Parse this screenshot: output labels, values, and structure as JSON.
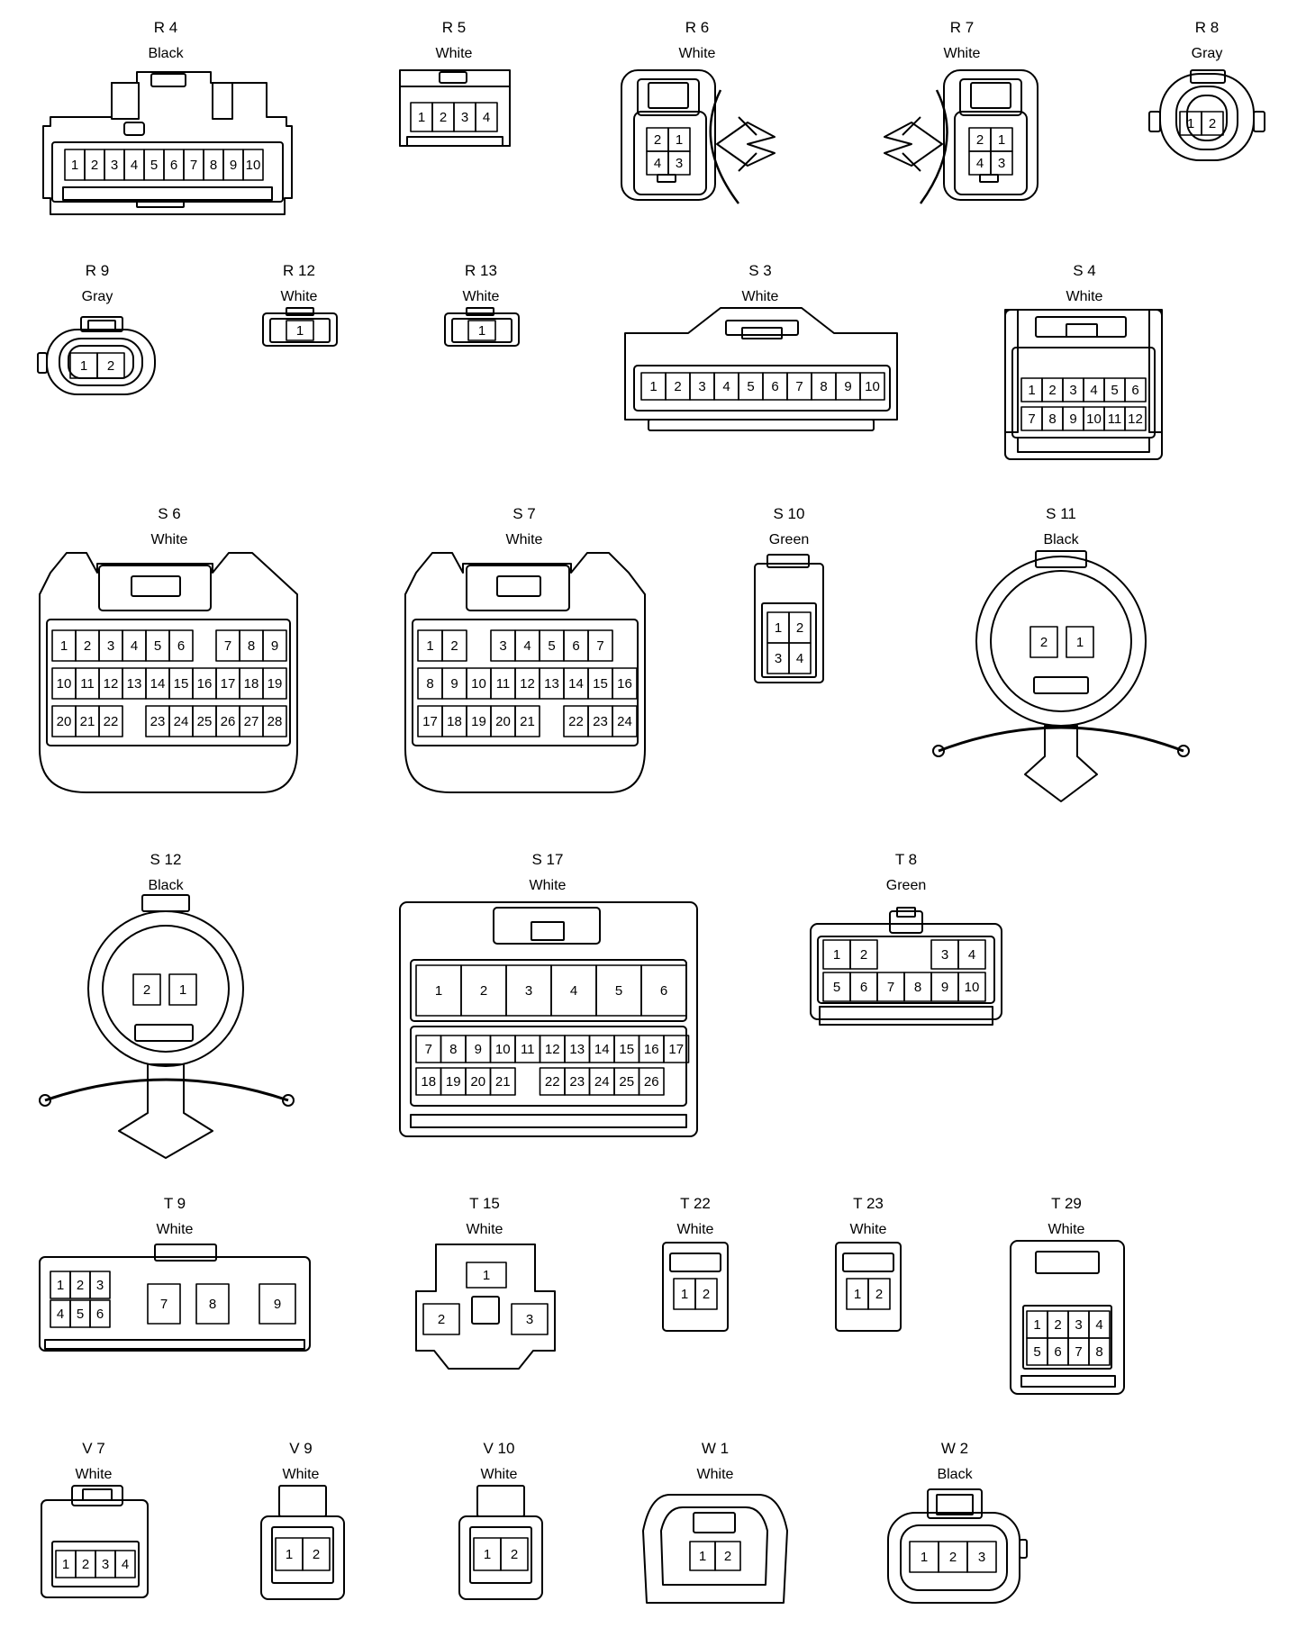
{
  "connectors": [
    {
      "code": "R 4",
      "color": "Black",
      "pins": [
        [
          "1",
          "2",
          "3",
          "4",
          "5",
          "6",
          "7",
          "8",
          "9",
          "10"
        ]
      ]
    },
    {
      "code": "R 5",
      "color": "White",
      "pins": [
        [
          "1",
          "2",
          "3",
          "4"
        ]
      ]
    },
    {
      "code": "R 6",
      "color": "White",
      "pins": [
        [
          "2",
          "1"
        ],
        [
          "4",
          "3"
        ]
      ]
    },
    {
      "code": "R 7",
      "color": "White",
      "pins": [
        [
          "2",
          "1"
        ],
        [
          "4",
          "3"
        ]
      ]
    },
    {
      "code": "R 8",
      "color": "Gray",
      "pins": [
        [
          "1",
          "2"
        ]
      ]
    },
    {
      "code": "R 9",
      "color": "Gray",
      "pins": [
        [
          "1",
          "2"
        ]
      ]
    },
    {
      "code": "R 12",
      "color": "White",
      "pins": [
        [
          "1"
        ]
      ]
    },
    {
      "code": "R 13",
      "color": "White",
      "pins": [
        [
          "1"
        ]
      ]
    },
    {
      "code": "S 3",
      "color": "White",
      "pins": [
        [
          "1",
          "2",
          "3",
          "4",
          "5",
          "6",
          "7",
          "8",
          "9",
          "10"
        ]
      ]
    },
    {
      "code": "S 4",
      "color": "White",
      "pins": [
        [
          "1",
          "2",
          "3",
          "4",
          "5",
          "6"
        ],
        [
          "7",
          "8",
          "9",
          "10",
          "11",
          "12"
        ]
      ]
    },
    {
      "code": "S 6",
      "color": "White",
      "pins": [
        [
          "1",
          "2",
          "3",
          "4",
          "5",
          "6",
          "",
          "7",
          "8",
          "9"
        ],
        [
          "10",
          "11",
          "12",
          "13",
          "14",
          "15",
          "16",
          "17",
          "18",
          "19"
        ],
        [
          "20",
          "21",
          "22",
          "",
          "23",
          "24",
          "25",
          "26",
          "27",
          "28"
        ]
      ]
    },
    {
      "code": "S 7",
      "color": "White",
      "pins": [
        [
          "1",
          "2",
          "",
          "3",
          "4",
          "5",
          "6",
          "7"
        ],
        [
          "8",
          "9",
          "10",
          "11",
          "12",
          "13",
          "14",
          "15",
          "16"
        ],
        [
          "17",
          "18",
          "19",
          "20",
          "21",
          "",
          "22",
          "23",
          "24"
        ]
      ]
    },
    {
      "code": "S 10",
      "color": "Green",
      "pins": [
        [
          "1",
          "2"
        ],
        [
          "3",
          "4"
        ]
      ]
    },
    {
      "code": "S 11",
      "color": "Black",
      "pins": [
        [
          "2",
          "1"
        ]
      ]
    },
    {
      "code": "S 12",
      "color": "Black",
      "pins": [
        [
          "2",
          "1"
        ]
      ]
    },
    {
      "code": "S 17",
      "color": "White",
      "pins": [
        [
          "1",
          "2",
          "3",
          "4",
          "5",
          "6"
        ],
        [
          "7",
          "8",
          "9",
          "10",
          "11",
          "12",
          "13",
          "14",
          "15",
          "16",
          "17"
        ],
        [
          "18",
          "19",
          "20",
          "21",
          "",
          "22",
          "23",
          "24",
          "25",
          "26"
        ]
      ]
    },
    {
      "code": "T 8",
      "color": "Green",
      "pins": [
        [
          "1",
          "2",
          "",
          "",
          "3",
          "4"
        ],
        [
          "5",
          "6",
          "7",
          "8",
          "9",
          "10"
        ]
      ]
    },
    {
      "code": "T 9",
      "color": "White",
      "pins": [
        [
          "1",
          "2",
          "3"
        ],
        [
          "4",
          "5",
          "6"
        ],
        [
          "7",
          "8",
          "9"
        ]
      ]
    },
    {
      "code": "T 15",
      "color": "White",
      "pins": [
        [
          "1"
        ],
        [
          "2",
          "3"
        ]
      ]
    },
    {
      "code": "T 22",
      "color": "White",
      "pins": [
        [
          "1",
          "2"
        ]
      ]
    },
    {
      "code": "T 23",
      "color": "White",
      "pins": [
        [
          "1",
          "2"
        ]
      ]
    },
    {
      "code": "T 29",
      "color": "White",
      "pins": [
        [
          "1",
          "2",
          "3",
          "4"
        ],
        [
          "5",
          "6",
          "7",
          "8"
        ]
      ]
    },
    {
      "code": "V 7",
      "color": "White",
      "pins": [
        [
          "1",
          "2",
          "3",
          "4"
        ]
      ]
    },
    {
      "code": "V 9",
      "color": "White",
      "pins": [
        [
          "1",
          "2"
        ]
      ]
    },
    {
      "code": "V 10",
      "color": "White",
      "pins": [
        [
          "1",
          "2"
        ]
      ]
    },
    {
      "code": "W 1",
      "color": "White",
      "pins": [
        [
          "1",
          "2"
        ]
      ]
    },
    {
      "code": "W 2",
      "color": "Black",
      "pins": [
        [
          "1",
          "2",
          "3"
        ]
      ]
    }
  ]
}
